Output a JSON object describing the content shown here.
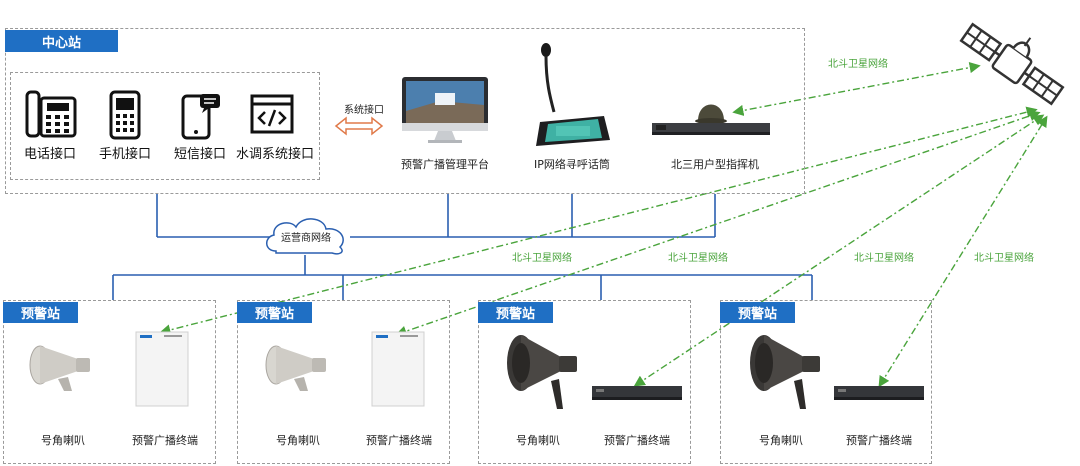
{
  "center": {
    "title": "中心站",
    "interfaces": [
      {
        "label": "电话接口",
        "icon": "desk-phone-icon"
      },
      {
        "label": "手机接口",
        "icon": "mobile-phone-icon"
      },
      {
        "label": "短信接口",
        "icon": "sms-phone-icon"
      },
      {
        "label": "水调系统接口",
        "icon": "code-window-icon"
      }
    ],
    "system_link_label": "系统接口",
    "devices": [
      {
        "label": "预警广播管理平台",
        "icon": "monitor-icon"
      },
      {
        "label": "IP网络寻呼话筒",
        "icon": "paging-microphone-icon"
      },
      {
        "label": "北三用户型指挥机",
        "icon": "command-terminal-icon"
      }
    ]
  },
  "network": {
    "cloud_label": "运营商网络"
  },
  "satellite": {
    "label_top": "北斗卫星网络",
    "links_labels": [
      "北斗卫星网络",
      "北斗卫星网络",
      "北斗卫星网络",
      "北斗卫星网络"
    ],
    "icon": "satellite-icon",
    "link_color": "#4aa43c"
  },
  "stations": [
    {
      "title": "预警站",
      "speaker_label": "号角喇叭",
      "terminal_label": "预警广播终端",
      "speaker_icon": "horn-speaker-light-icon",
      "terminal_icon": "wall-terminal-icon"
    },
    {
      "title": "预警站",
      "speaker_label": "号角喇叭",
      "terminal_label": "预警广播终端",
      "speaker_icon": "horn-speaker-light-icon",
      "terminal_icon": "wall-terminal-icon"
    },
    {
      "title": "预警站",
      "speaker_label": "号角喇叭",
      "terminal_label": "预警广播终端",
      "speaker_icon": "horn-speaker-dark-icon",
      "terminal_icon": "rack-terminal-icon"
    },
    {
      "title": "预警站",
      "speaker_label": "号角喇叭",
      "terminal_label": "预警广播终端",
      "speaker_icon": "horn-speaker-dark-icon",
      "terminal_icon": "rack-terminal-icon"
    }
  ],
  "colors": {
    "accent": "#1f6fc4",
    "wire": "#2a5fb0",
    "link_arrow": "#e07a4a"
  }
}
